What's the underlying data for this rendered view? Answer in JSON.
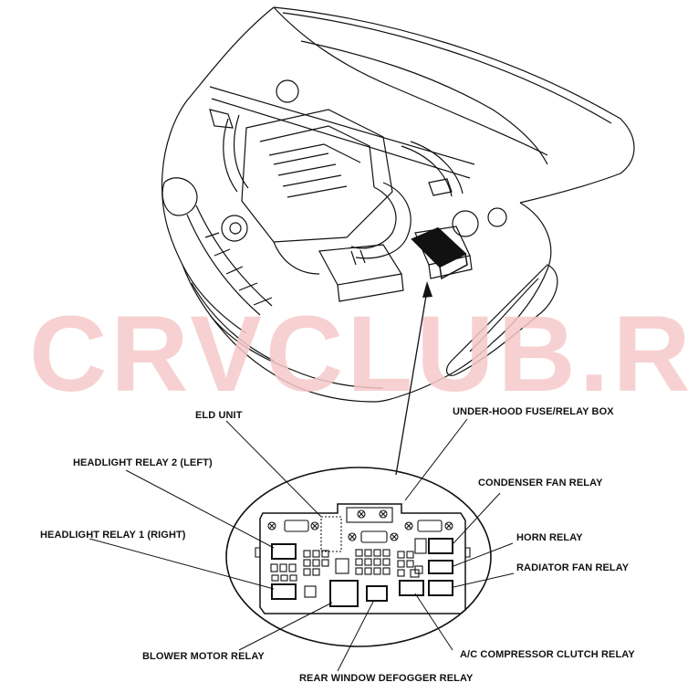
{
  "watermark": {
    "text": "CRVCLUB.RU",
    "color": "#f6c9c9"
  },
  "labels": {
    "under_hood_box": "UNDER-HOOD FUSE/RELAY BOX",
    "eld_unit": "ELD UNIT",
    "headlight_relay_2": "HEADLIGHT RELAY 2 (LEFT)",
    "headlight_relay_1": "HEADLIGHT RELAY 1 (RIGHT)",
    "condenser_fan_relay": "CONDENSER FAN RELAY",
    "horn_relay": "HORN RELAY",
    "radiator_fan_relay": "RADIATOR FAN RELAY",
    "blower_motor_relay": "BLOWER MOTOR RELAY",
    "ac_compressor_clutch_relay": "A/C COMPRESSOR CLUTCH RELAY",
    "rear_window_defogger_relay": "REAR WINDOW DEFOGGER RELAY"
  },
  "colors": {
    "line": "#111111",
    "background": "#ffffff"
  }
}
